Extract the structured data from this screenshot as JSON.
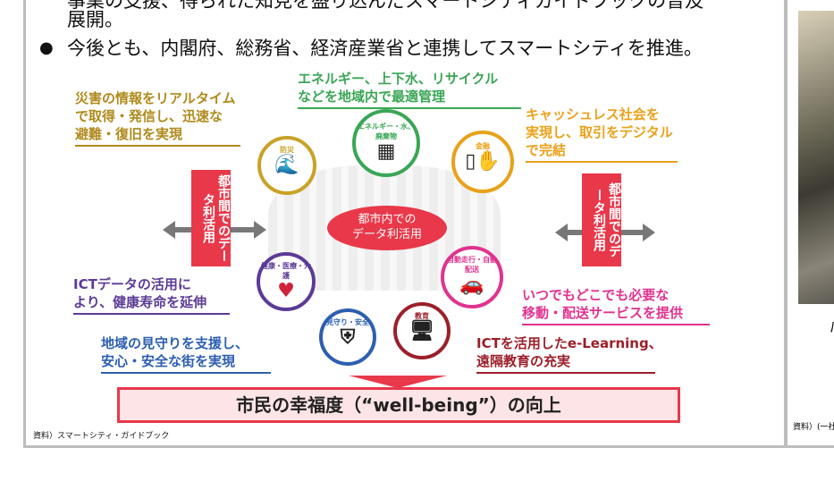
{
  "body": {
    "line_cut": "事業の支援、得られた知見を盛り込んだスマートシティガイドブックの普及",
    "line_cont": "展開。",
    "bullet": "●",
    "bullet_text": "今後とも、内閣府、総務省、経済産業省と連携してスマートシティを推進。"
  },
  "diagram": {
    "energy_caption": [
      "エネルギー、上下水、リサイクル",
      "などを地域内で最適管理"
    ],
    "disaster_caption": [
      "災害の情報をリアルタイム",
      "で取得・発信し、迅速な",
      "避難・復旧を実現"
    ],
    "cashless_caption": [
      "キャッシュレス社会を",
      "実現し、取引をデジタル",
      "で完結"
    ],
    "health_caption": [
      "ICTデータの活用に",
      "より、健康寿命を延伸"
    ],
    "mobility_caption": [
      "いつでもどこでも必要な",
      "移動・配送サービスを提供"
    ],
    "safety_caption": [
      "地域の見守りを支援し、",
      "安心・安全な街を実現"
    ],
    "education_caption": [
      "ICTを活用したe-Learning、",
      "遠隔教育の充実"
    ],
    "circles": {
      "disaster": "防災",
      "energy": "エネルギー・水、廃棄物",
      "finance": "金融",
      "health": "健康・医療・介護",
      "mobility": "自動走行・自動配送",
      "safety": "見守り・安全",
      "education": "教育"
    },
    "center": [
      "都市内での",
      "データ利活用"
    ],
    "intercity": "都市間でのデータ利活用",
    "banner": "市民の幸福度（“well-being”）の向上",
    "colors": {
      "gold": "#c9a227",
      "green": "#3aa655",
      "orange": "#e8a21a",
      "purple": "#5b3b96",
      "pink": "#e0338f",
      "blue": "#2d5fb0",
      "darkred": "#9c1f2a",
      "red": "#e8384a"
    }
  },
  "source": "資料）スマートシティ・ガイドブック",
  "right_panel": {
    "caption_fragment": "ﾊ",
    "source_fragment": "資料）(一社"
  }
}
